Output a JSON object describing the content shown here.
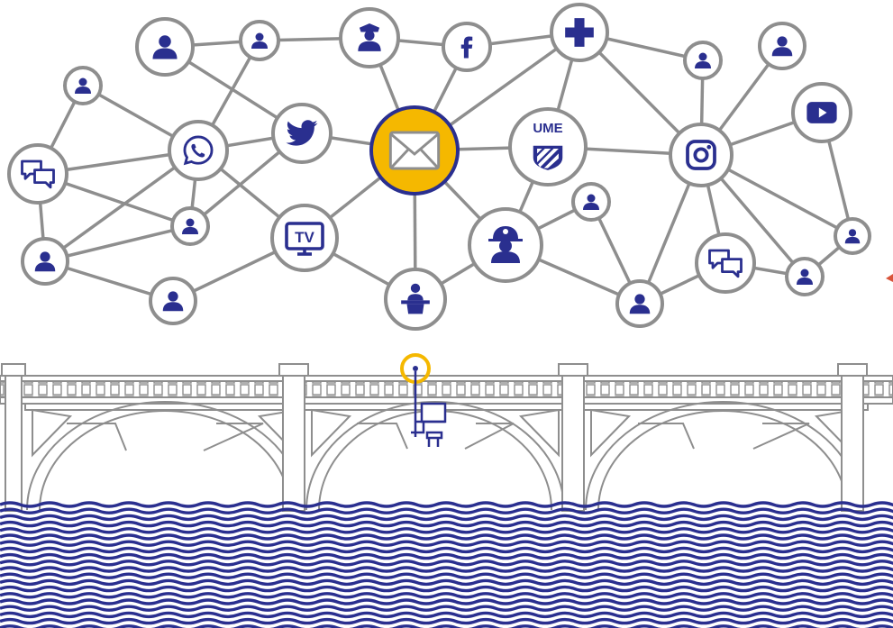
{
  "labels": {
    "institution": "UME",
    "television": "TV"
  },
  "colors": {
    "primary": "#2a2f8f",
    "accent": "#f5b800",
    "line": "#8e8e8e",
    "node_fill": "#ffffff",
    "arrow": "#d9533a"
  },
  "hub": "email-icon",
  "nodes": [
    {
      "id": "n1",
      "icon": "person-icon"
    },
    {
      "id": "n2",
      "icon": "person-icon"
    },
    {
      "id": "n3",
      "icon": "police-officer-icon"
    },
    {
      "id": "n4",
      "icon": "facebook-icon"
    },
    {
      "id": "n5",
      "icon": "medical-cross-icon"
    },
    {
      "id": "n6",
      "icon": "person-icon"
    },
    {
      "id": "n7",
      "icon": "person-icon"
    },
    {
      "id": "n8",
      "icon": "person-icon"
    },
    {
      "id": "n9",
      "icon": "whatsapp-icon"
    },
    {
      "id": "n10",
      "icon": "twitter-icon"
    },
    {
      "id": "n11",
      "icon": "email-icon"
    },
    {
      "id": "n12",
      "icon": "ume-shield-icon"
    },
    {
      "id": "n13",
      "icon": "instagram-icon"
    },
    {
      "id": "n14",
      "icon": "youtube-icon"
    },
    {
      "id": "n15",
      "icon": "chat-bubbles-icon"
    },
    {
      "id": "n16",
      "icon": "person-icon"
    },
    {
      "id": "n17",
      "icon": "tv-icon"
    },
    {
      "id": "n18",
      "icon": "person-icon"
    },
    {
      "id": "n19",
      "icon": "firefighter-icon"
    },
    {
      "id": "n20",
      "icon": "person-icon"
    },
    {
      "id": "n21",
      "icon": "person-icon"
    },
    {
      "id": "n22",
      "icon": "chat-bubbles-icon"
    },
    {
      "id": "n23",
      "icon": "person-icon"
    },
    {
      "id": "n24",
      "icon": "person-icon"
    },
    {
      "id": "n25",
      "icon": "spokesperson-podium-icon"
    },
    {
      "id": "n26",
      "icon": "person-icon"
    }
  ],
  "edges": [
    [
      "n1",
      "n2"
    ],
    [
      "n2",
      "n3"
    ],
    [
      "n3",
      "n4"
    ],
    [
      "n4",
      "n5"
    ],
    [
      "n5",
      "n6"
    ],
    [
      "n1",
      "n10"
    ],
    [
      "n2",
      "n9"
    ],
    [
      "n3",
      "n11"
    ],
    [
      "n4",
      "n11"
    ],
    [
      "n5",
      "n11"
    ],
    [
      "n5",
      "n12"
    ],
    [
      "n5",
      "n13"
    ],
    [
      "n6",
      "n13"
    ],
    [
      "n7",
      "n13"
    ],
    [
      "n14",
      "n13"
    ],
    [
      "n8",
      "n9"
    ],
    [
      "n8",
      "n15"
    ],
    [
      "n15",
      "n9"
    ],
    [
      "n15",
      "n16"
    ],
    [
      "n15",
      "n18"
    ],
    [
      "n9",
      "n10"
    ],
    [
      "n9",
      "n17"
    ],
    [
      "n9",
      "n18"
    ],
    [
      "n9",
      "n16"
    ],
    [
      "n10",
      "n11"
    ],
    [
      "n10",
      "n16"
    ],
    [
      "n11",
      "n12"
    ],
    [
      "n11",
      "n17"
    ],
    [
      "n11",
      "n25"
    ],
    [
      "n11",
      "n19"
    ],
    [
      "n12",
      "n13"
    ],
    [
      "n12",
      "n19"
    ],
    [
      "n13",
      "n21"
    ],
    [
      "n13",
      "n22"
    ],
    [
      "n13",
      "n24"
    ],
    [
      "n13",
      "n23"
    ],
    [
      "n14",
      "n23"
    ],
    [
      "n23",
      "n24"
    ],
    [
      "n22",
      "n24"
    ],
    [
      "n22",
      "n21"
    ],
    [
      "n19",
      "n20"
    ],
    [
      "n19",
      "n21"
    ],
    [
      "n19",
      "n25"
    ],
    [
      "n20",
      "n21"
    ],
    [
      "n17",
      "n25"
    ],
    [
      "n17",
      "n26"
    ],
    [
      "n18",
      "n26"
    ],
    [
      "n16",
      "n18"
    ]
  ]
}
